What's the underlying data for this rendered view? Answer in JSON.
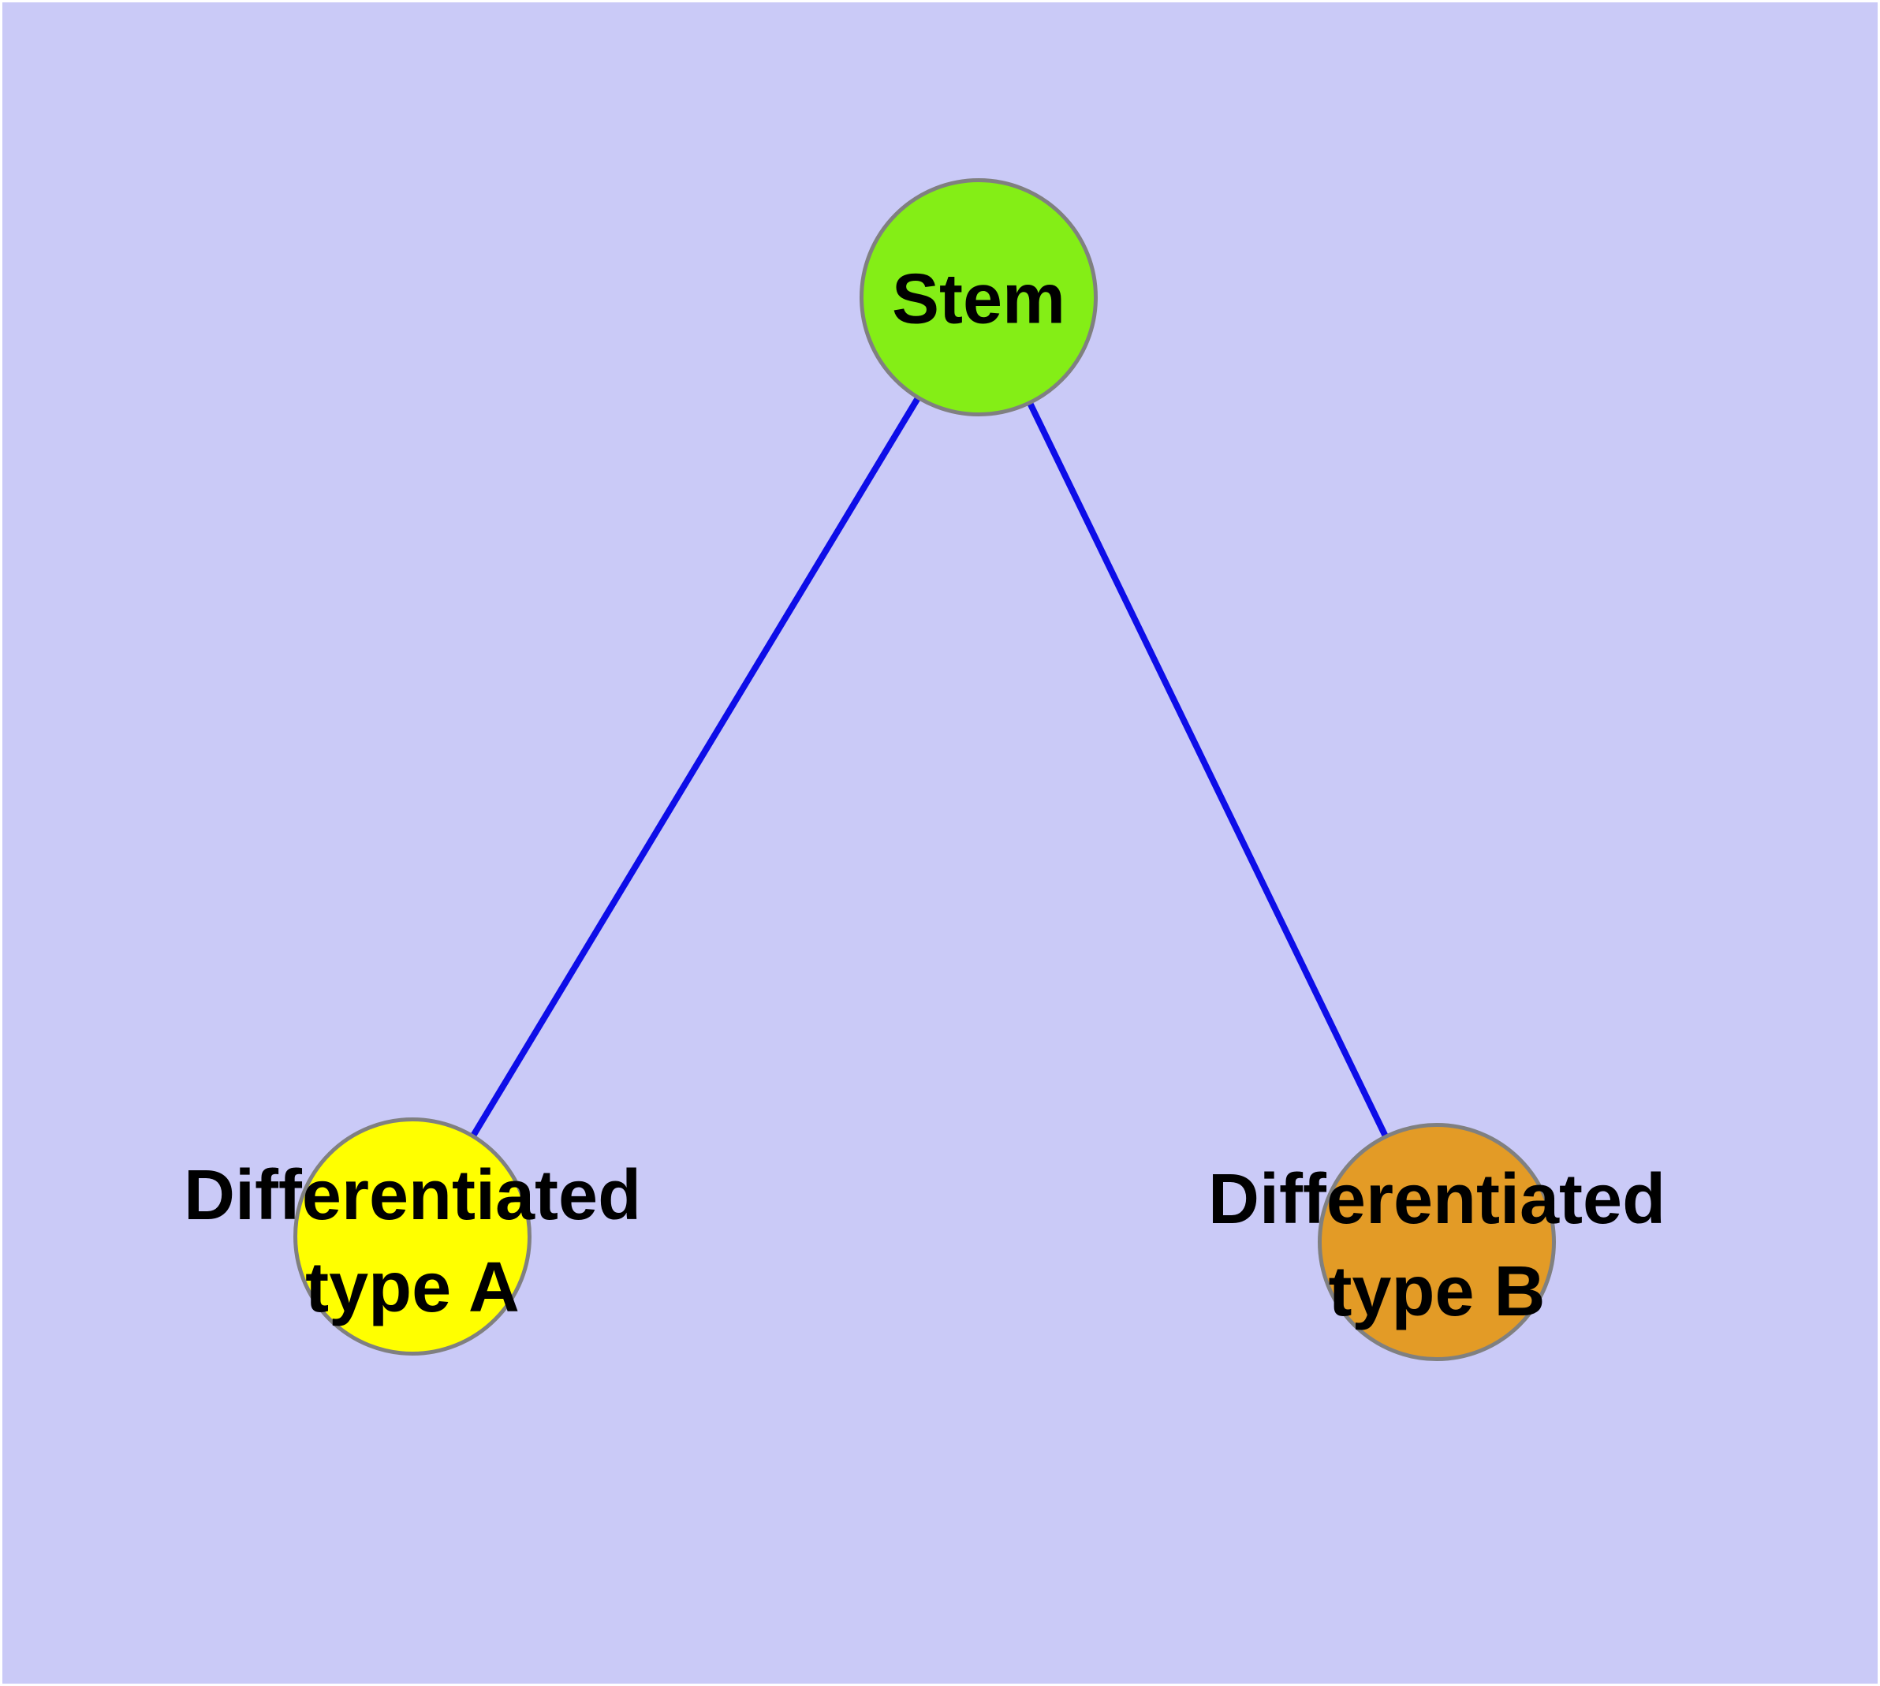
{
  "diagram": {
    "background_color": "#CACAF7",
    "frame_color": "#FFFFFF",
    "edge_color": "#0D0DE8",
    "node_border_color": "#808080",
    "label_color": "#000000",
    "nodes": {
      "stem": {
        "id": "stem",
        "label_line1": "Stem",
        "label_line2": "",
        "fill": "#84EE16"
      },
      "type_a": {
        "id": "type_a",
        "label_line1": "Differentiated",
        "label_line2": "type A",
        "fill": "#FFFF00"
      },
      "type_b": {
        "id": "type_b",
        "label_line1": "Differentiated",
        "label_line2": "type B",
        "fill": "#E39B26"
      }
    },
    "edges": [
      {
        "from": "stem",
        "to": "type_a"
      },
      {
        "from": "stem",
        "to": "type_b"
      }
    ]
  }
}
